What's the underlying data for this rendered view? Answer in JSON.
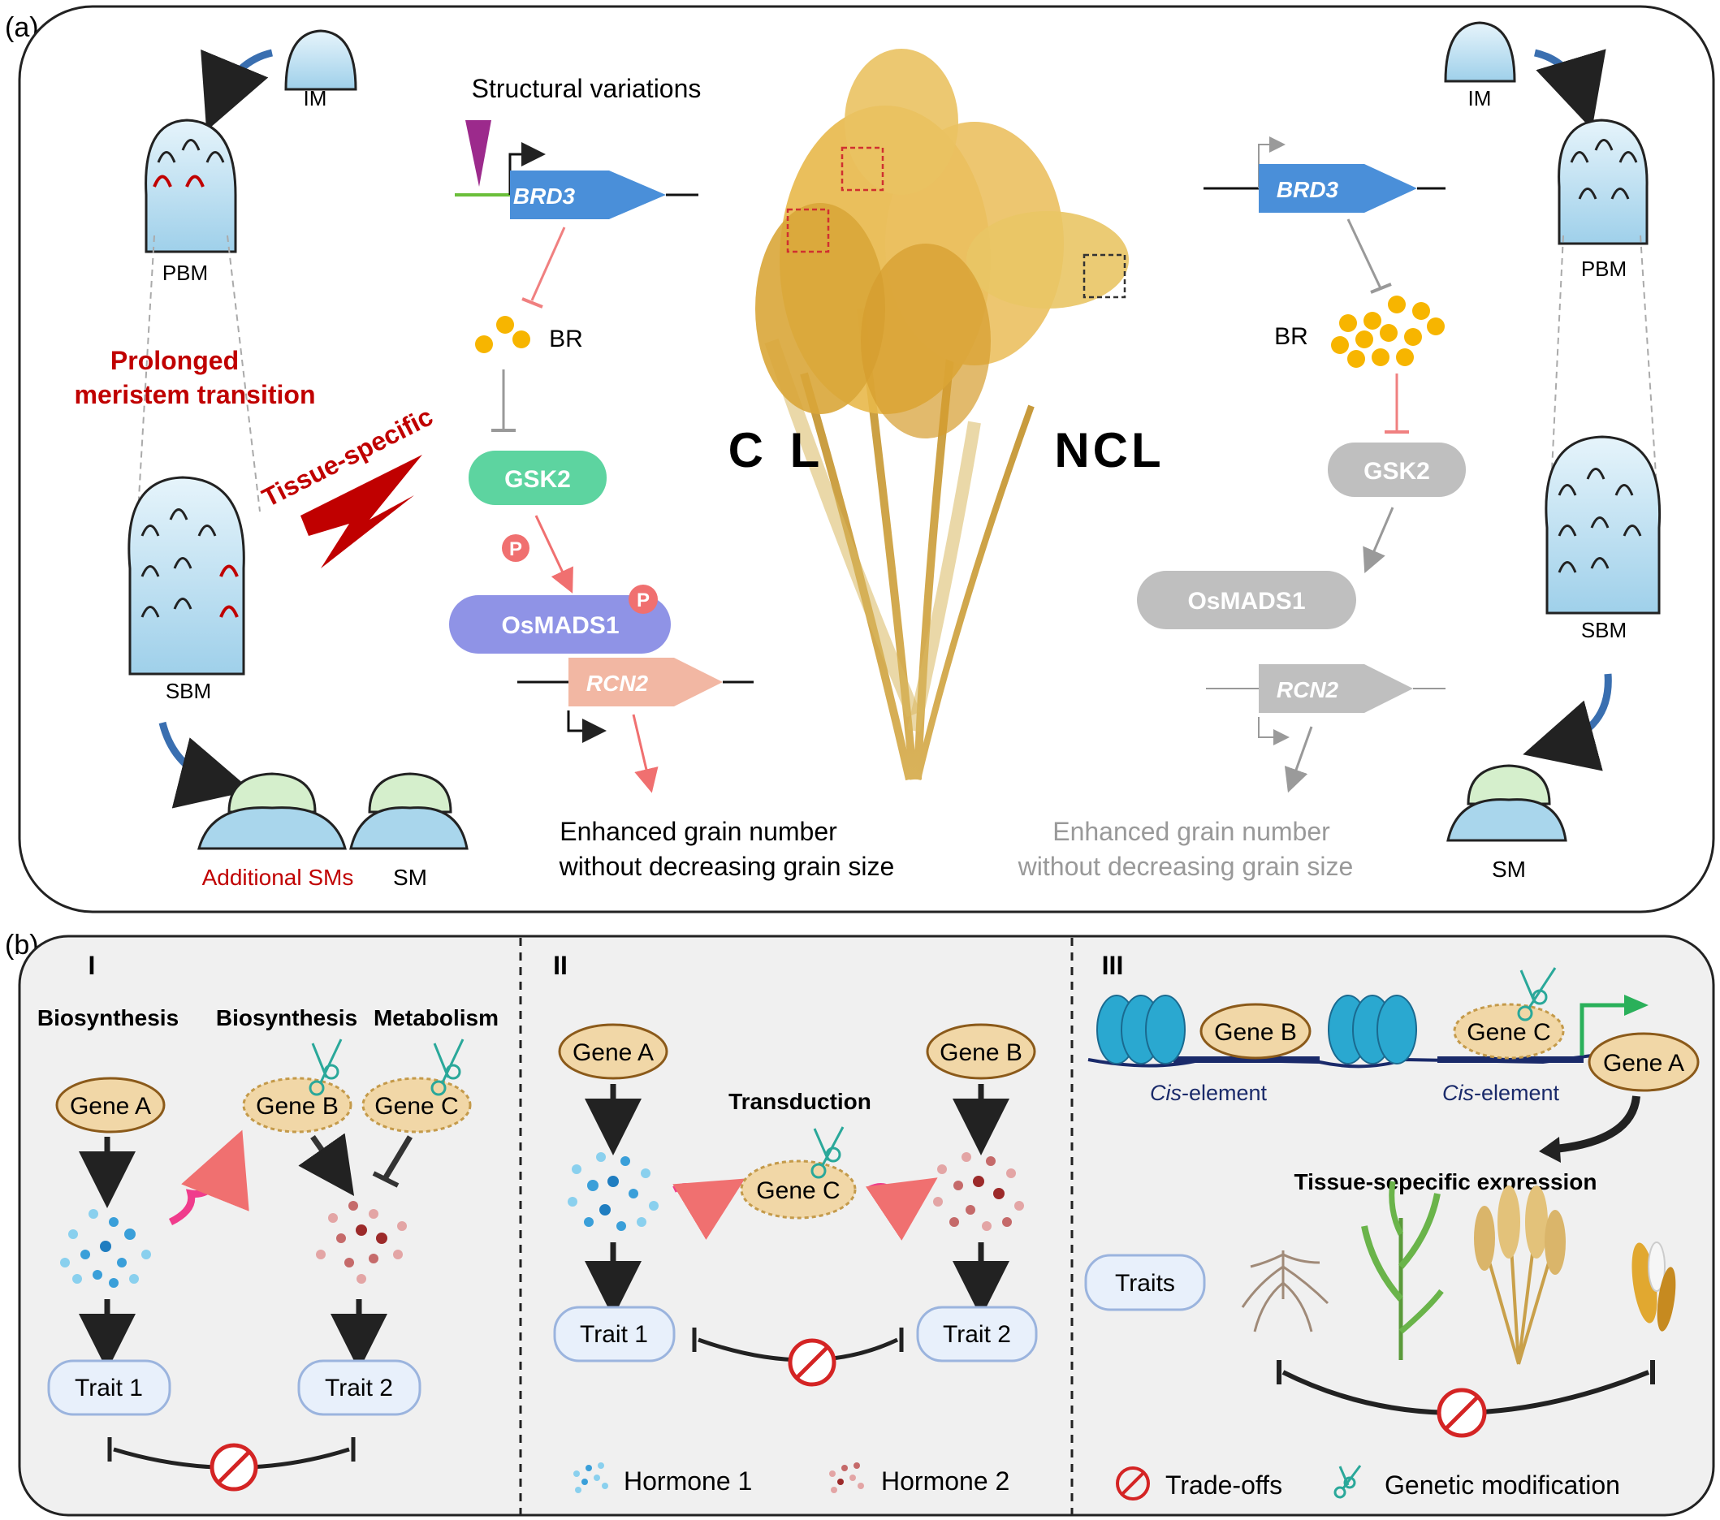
{
  "panel_a": {
    "label": "(a)",
    "cl": {
      "sv_label": "Structural variations",
      "brd3": "BRD3",
      "br": "BR",
      "gsk2": "GSK2",
      "p": "P",
      "osmads1": "OsMADS1",
      "rcn2": "RCN2",
      "outcome_line1": "Enhanced grain number",
      "outcome_line2": "without decreasing grain size",
      "tissue_specific": "Tissue-specific",
      "prolonged_line1": "Prolonged",
      "prolonged_line2": "meristem transition",
      "im": "IM",
      "pbm": "PBM",
      "sbm": "SBM",
      "additional_sms": "Additional SMs",
      "sm": "SM",
      "cl_label": "C L"
    },
    "ncl": {
      "ncl_label": "NCL",
      "brd3": "BRD3",
      "br": "BR",
      "gsk2": "GSK2",
      "osmads1": "OsMADS1",
      "rcn2": "RCN2",
      "outcome_line1": "Enhanced grain number",
      "outcome_line2": "without decreasing grain size",
      "im": "IM",
      "pbm": "PBM",
      "sbm": "SBM",
      "sm": "SM"
    }
  },
  "panel_b": {
    "label": "(b)",
    "I": {
      "numeral": "I",
      "biosynthesis": "Biosynthesis",
      "biosynthesis2": "Biosynthesis",
      "metabolism": "Metabolism",
      "gene_a": "Gene A",
      "gene_b": "Gene B",
      "gene_c": "Gene C",
      "trait1": "Trait 1",
      "trait2": "Trait 2"
    },
    "II": {
      "numeral": "II",
      "gene_a": "Gene A",
      "gene_b": "Gene B",
      "gene_c": "Gene C",
      "transduction": "Transduction",
      "trait1": "Trait 1",
      "trait2": "Trait 2",
      "hormone1": "Hormone 1",
      "hormone2": "Hormone 2"
    },
    "III": {
      "numeral": "III",
      "gene_b": "Gene B",
      "gene_c": "Gene C",
      "gene_a": "Gene A",
      "cis_italic": "Cis",
      "cis_rest": "-element",
      "tissue_expr": "Tissue-sepecific expression",
      "traits": "Traits",
      "tradeoffs": "Trade-offs",
      "genetic_mod": "Genetic modification"
    }
  },
  "colors": {
    "blue_gene": "#4a8fd9",
    "gsk2_green": "#5dd4a0",
    "osmads_purple": "#8f93e6",
    "rcn2_salmon": "#f2b7a3",
    "br_yellow": "#f7b500",
    "grey": "#bfbfbf",
    "red_text": "#c00000",
    "gene_oval": "#f1d7a7",
    "trait_box": "#e8f0fb"
  }
}
